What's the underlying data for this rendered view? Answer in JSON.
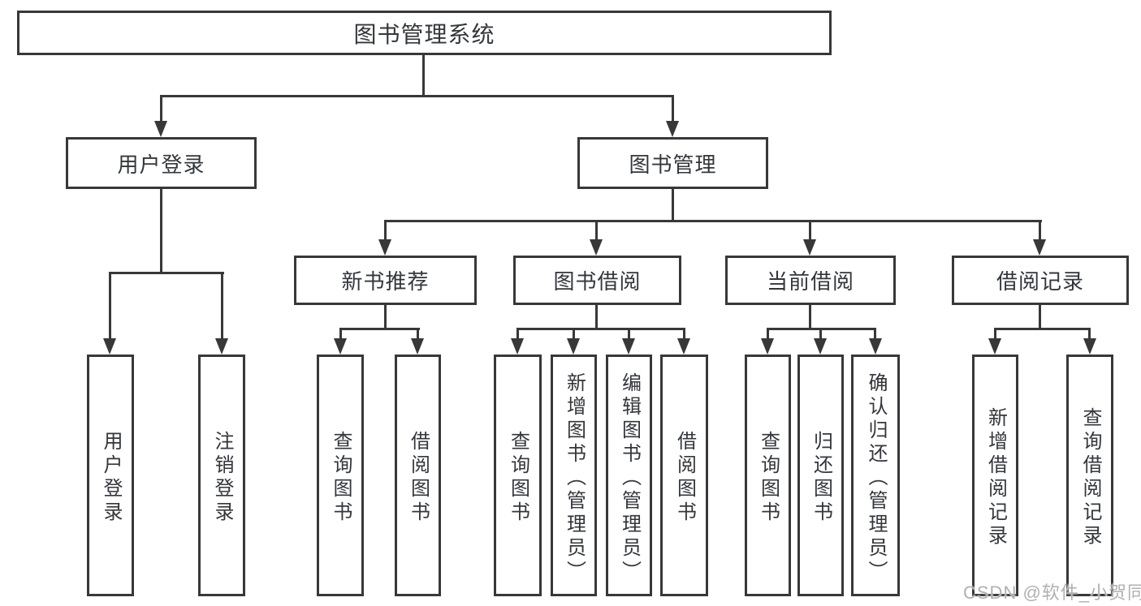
{
  "tree": {
    "root": {
      "label": "图书管理系统",
      "children": [
        {
          "label": "用户登录",
          "children": [
            {
              "label": "用户登录"
            },
            {
              "label": "注销登录"
            }
          ]
        },
        {
          "label": "图书管理",
          "children": [
            {
              "label": "新书推荐",
              "children": [
                {
                  "label": "查询图书"
                },
                {
                  "label": "借阅图书"
                }
              ]
            },
            {
              "label": "图书借阅",
              "children": [
                {
                  "label": "查询图书"
                },
                {
                  "label": "新增图书（管理员）"
                },
                {
                  "label": "编辑图书（管理员）"
                },
                {
                  "label": "借阅图书"
                }
              ]
            },
            {
              "label": "当前借阅",
              "children": [
                {
                  "label": "查询图书"
                },
                {
                  "label": "归还图书"
                },
                {
                  "label": "确认归还（管理员）"
                }
              ]
            },
            {
              "label": "借阅记录",
              "children": [
                {
                  "label": "新增借阅记录"
                },
                {
                  "label": "查询借阅记录"
                }
              ]
            }
          ]
        }
      ]
    }
  },
  "watermark": {
    "text": "CSDN @软件_小贺同学"
  },
  "colors": {
    "line": "#383838",
    "text": "#33363b",
    "watermark": "#b0b0b0",
    "background": "#ffffff"
  }
}
